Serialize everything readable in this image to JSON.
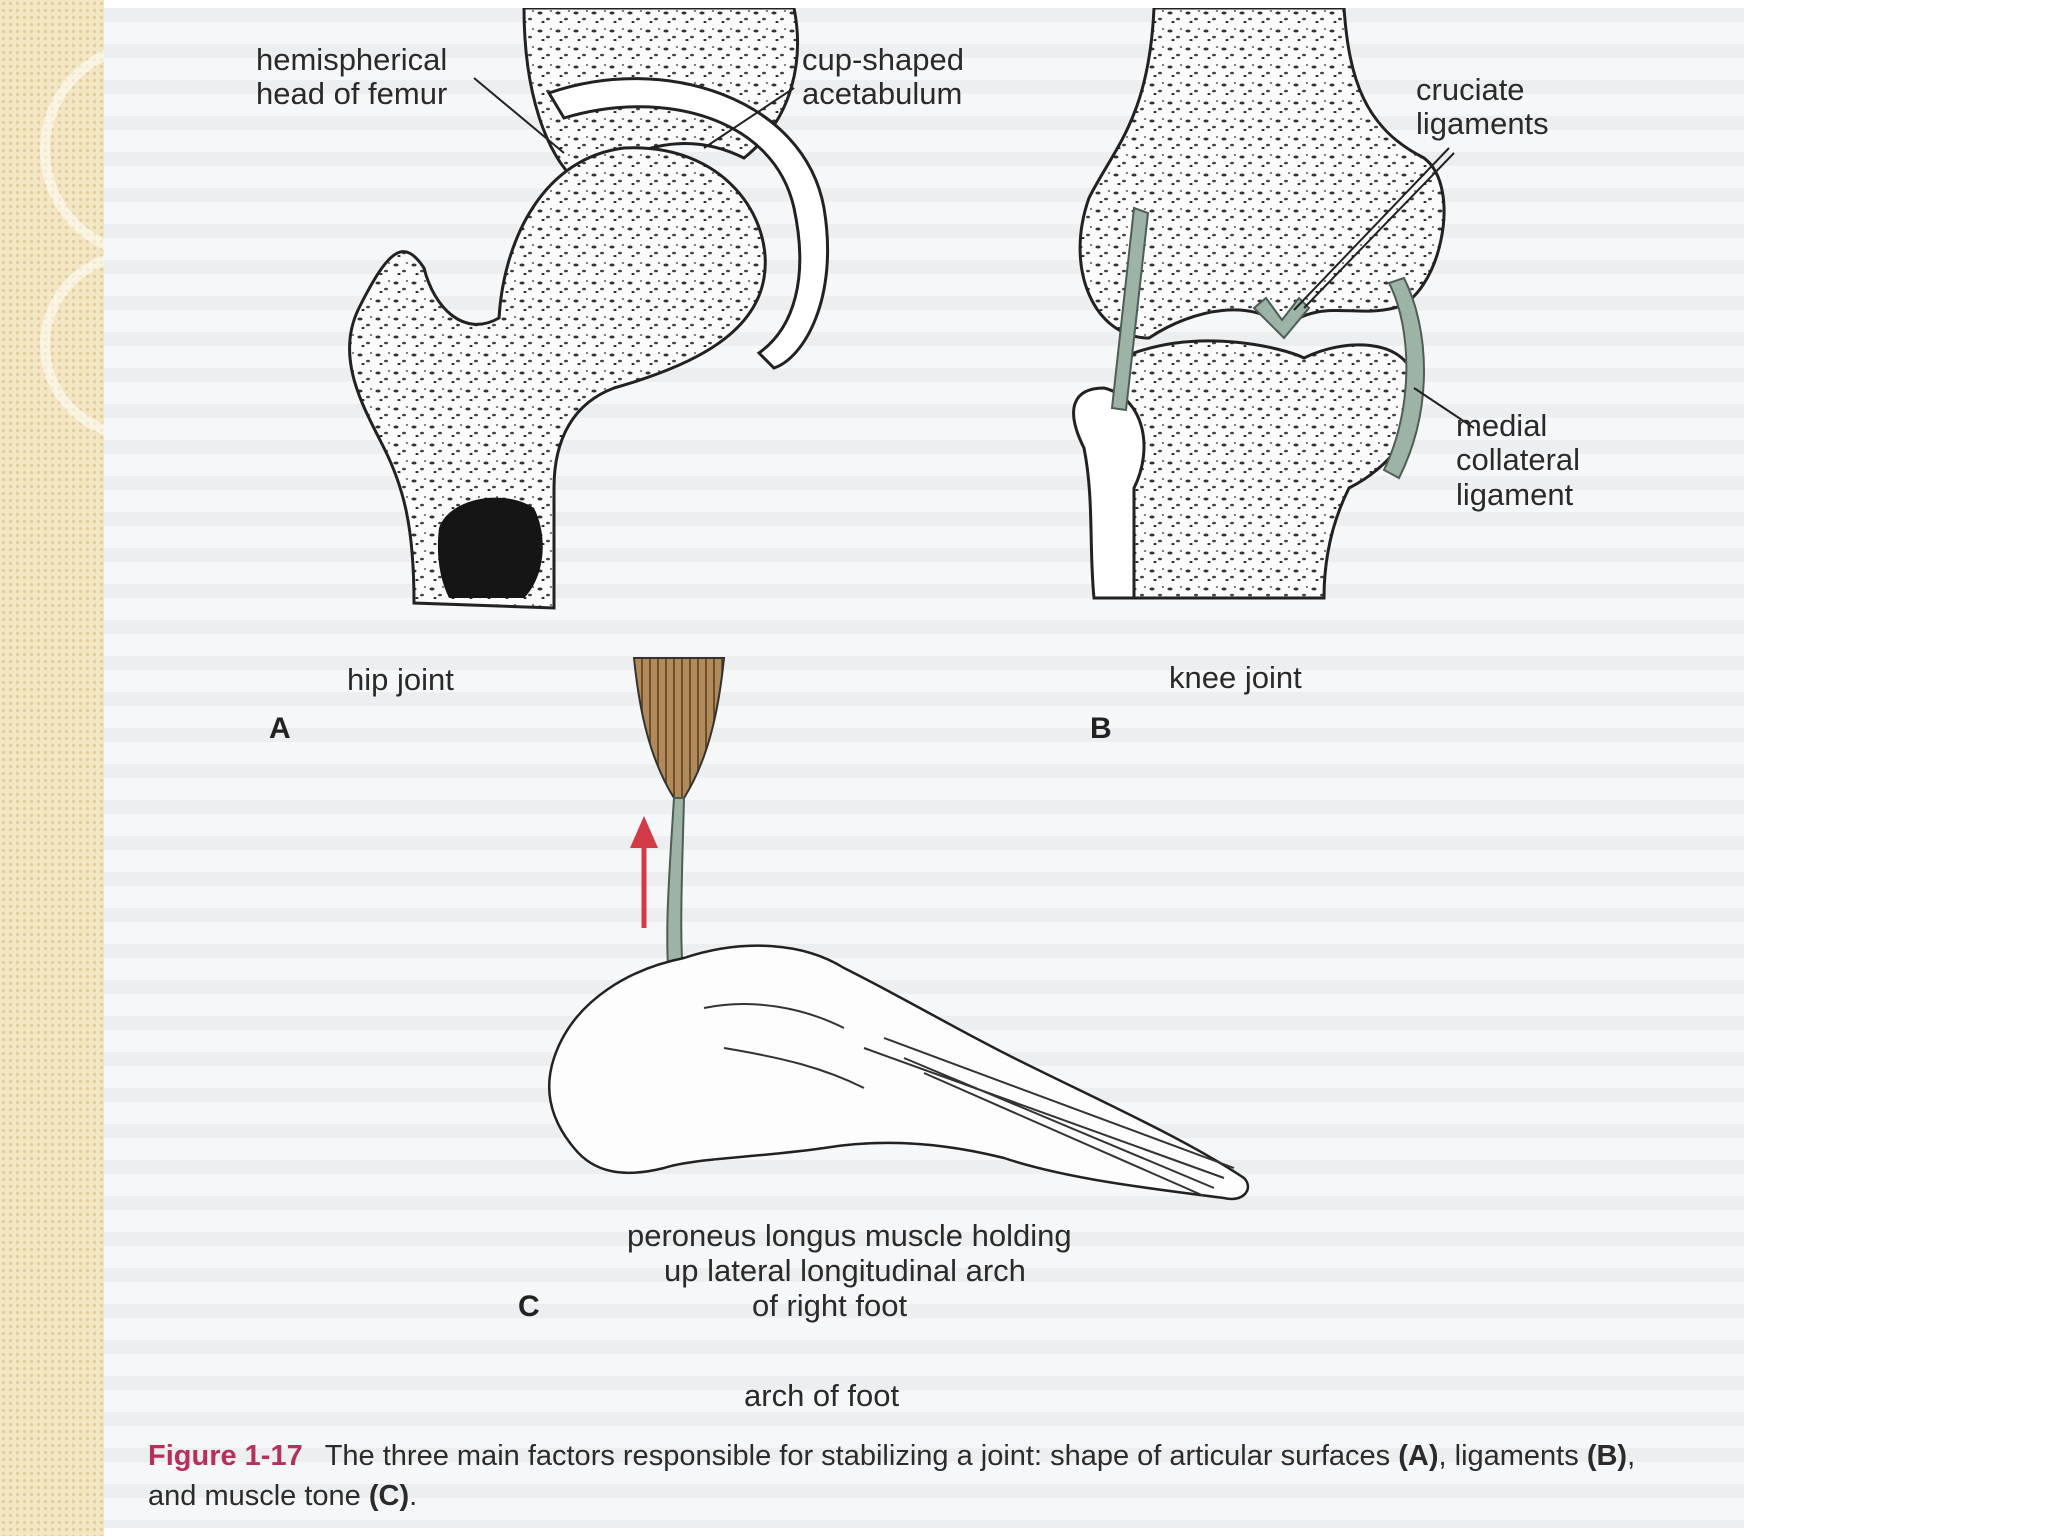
{
  "figure": {
    "panels": [
      {
        "letter": "A",
        "title": "hip joint"
      },
      {
        "letter": "B",
        "title": "knee joint"
      },
      {
        "letter": "C",
        "title": "arch of foot"
      }
    ],
    "labels": {
      "femur_head": [
        "hemispherical",
        "head of femur"
      ],
      "acetabulum": [
        "cup-shaped",
        "acetabulum"
      ],
      "cruciate": [
        "cruciate",
        "ligaments"
      ],
      "medial_collateral": [
        "medial",
        "collateral",
        "ligament"
      ],
      "peroneus": [
        "peroneus longus muscle holding",
        "up lateral longitudinal arch",
        "of right foot"
      ]
    }
  },
  "caption": {
    "figure_number": "Figure 1-17",
    "text_1": "The three main factors responsible for stabilizing a joint: shape of articular surfaces",
    "ref_a": "(A)",
    "text_2": ", ligaments ",
    "ref_b": "(B)",
    "text_3": ", and muscle tone ",
    "ref_c": "(C)",
    "text_4": "."
  },
  "colors": {
    "ligament": "#9db3a5",
    "muscle": "#b08a5a",
    "arrow": "#d23a48",
    "figure_number": "#b3315a",
    "left_strip": "#f3e6c2"
  }
}
